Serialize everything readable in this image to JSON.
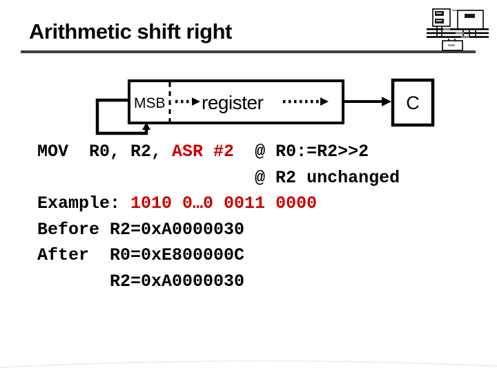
{
  "slide": {
    "title": "Arithmetic shift right",
    "accent_red": "#cc0000",
    "rule_color": "#3d3d3d"
  },
  "logo": {
    "icon": "cpu-memory-bus-diagram"
  },
  "diagram": {
    "msb_label": "MSB",
    "register_label": "register",
    "carry_label": "C"
  },
  "code": {
    "lines": [
      {
        "segments": [
          {
            "text": "MOV  R0, R2, ",
            "color": "black"
          },
          {
            "text": "ASR #2",
            "color": "red"
          },
          {
            "text": "  @ R0:=R2>>2",
            "color": "black"
          }
        ]
      },
      {
        "segments": [
          {
            "text": "                     @ R2 unchanged",
            "color": "black"
          }
        ]
      },
      {
        "segments": [
          {
            "text": "Example: ",
            "color": "black"
          },
          {
            "text": "1010 0…0 0011 0000",
            "color": "red"
          }
        ]
      },
      {
        "segments": [
          {
            "text": "Before R2=0xA0000030",
            "color": "black"
          }
        ]
      },
      {
        "segments": [
          {
            "text": "After  R0=0xE800000C",
            "color": "black"
          }
        ]
      },
      {
        "segments": [
          {
            "text": "       R2=0xA0000030",
            "color": "black"
          }
        ]
      }
    ]
  }
}
